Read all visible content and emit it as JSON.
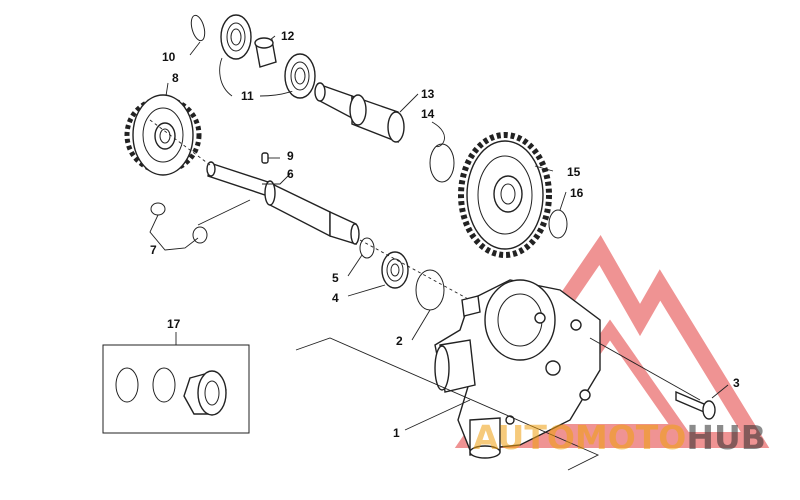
{
  "diagram": {
    "callouts": [
      "1",
      "2",
      "3",
      "4",
      "5",
      "6",
      "7",
      "8",
      "9",
      "10",
      "11",
      "12",
      "13",
      "14",
      "15",
      "16",
      "17"
    ],
    "watermark": {
      "part1": "AUTO",
      "part2": "MOTO",
      "part3": "HUB",
      "colors": {
        "accent": "#f0a010",
        "text": "#2d2d2d",
        "logo": "#e23b3b"
      }
    }
  }
}
